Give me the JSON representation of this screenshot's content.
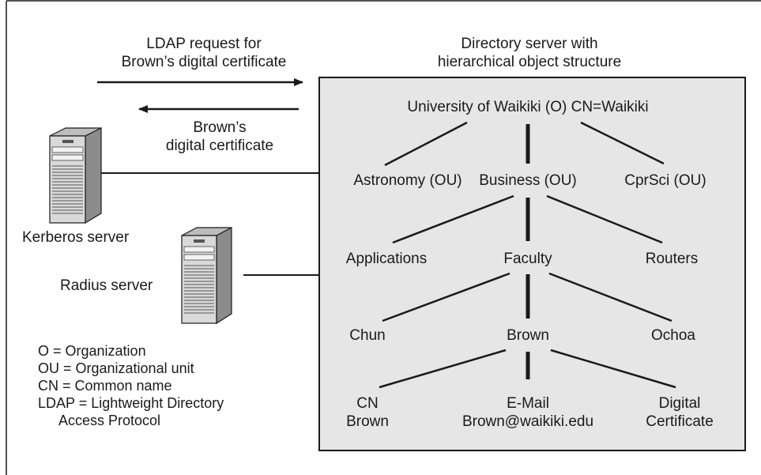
{
  "colors": {
    "box_fill": "#e6e6e6",
    "ink": "#1a1a1a",
    "server_front": "#d9d9d9",
    "server_side": "#8c8c8c"
  },
  "request_label": [
    "LDAP request for",
    "Brown’s digital certificate"
  ],
  "response_label": [
    "Brown’s",
    "digital certificate"
  ],
  "directory_label": [
    "Directory server with",
    "hierarchical object structure"
  ],
  "servers": {
    "kerberos": {
      "label": "Kerberos server",
      "icon": "tower-server-icon"
    },
    "radius": {
      "label": "Radius server",
      "icon": "tower-server-icon"
    }
  },
  "tree": {
    "root": "University of Waikiki (O) CN=Waikiki",
    "level1": [
      "Astronomy (OU)",
      "Business (OU)",
      "CprSci (OU)"
    ],
    "level2": [
      "Applications",
      "Faculty",
      "Routers"
    ],
    "level3": [
      "Chun",
      "Brown",
      "Ochoa"
    ],
    "level4": [
      [
        "CN",
        "Brown"
      ],
      [
        "E-Mail",
        "Brown@waikiki.edu"
      ],
      [
        "Digital",
        "Certificate"
      ]
    ]
  },
  "legend": [
    "O = Organization",
    "OU = Organizational unit",
    "CN = Common name",
    "LDAP = Lightweight Directory",
    "Access Protocol"
  ]
}
